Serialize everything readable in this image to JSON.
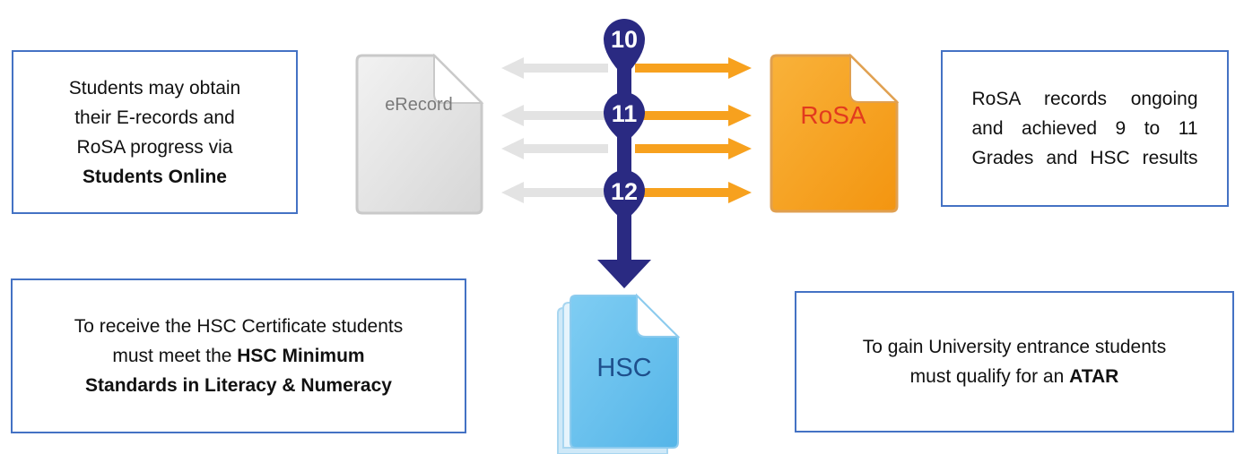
{
  "boxes": {
    "top_left": {
      "line1": "Students may obtain",
      "line2": "their E-records and",
      "line3": "RoSA progress via",
      "line4_bold": "Students Online"
    },
    "top_right": {
      "line1": "RoSA records ongoing",
      "line2": "and achieved 9 to 11",
      "line3": "Grades and HSC results"
    },
    "bottom_left": {
      "line1": "To receive the HSC Certificate students",
      "line2_normal": "must meet the ",
      "line2_bold": "HSC Minimum",
      "line3_bold": "Standards in Literacy & Numeracy"
    },
    "bottom_right": {
      "line1": "To gain University entrance students",
      "line2_normal": "must qualify for an ",
      "line2_bold": "ATAR"
    }
  },
  "documents": {
    "erecord": "eRecord",
    "rosa": "RoSA",
    "hsc": "HSC"
  },
  "steps": [
    "10",
    "11",
    "12"
  ],
  "colors": {
    "box_border": "#4472c4",
    "navy": "#2a2a82",
    "orange": "#f7a11e",
    "grey_doc": "#e3e3e3",
    "blue_doc": "#6cc1ee"
  }
}
